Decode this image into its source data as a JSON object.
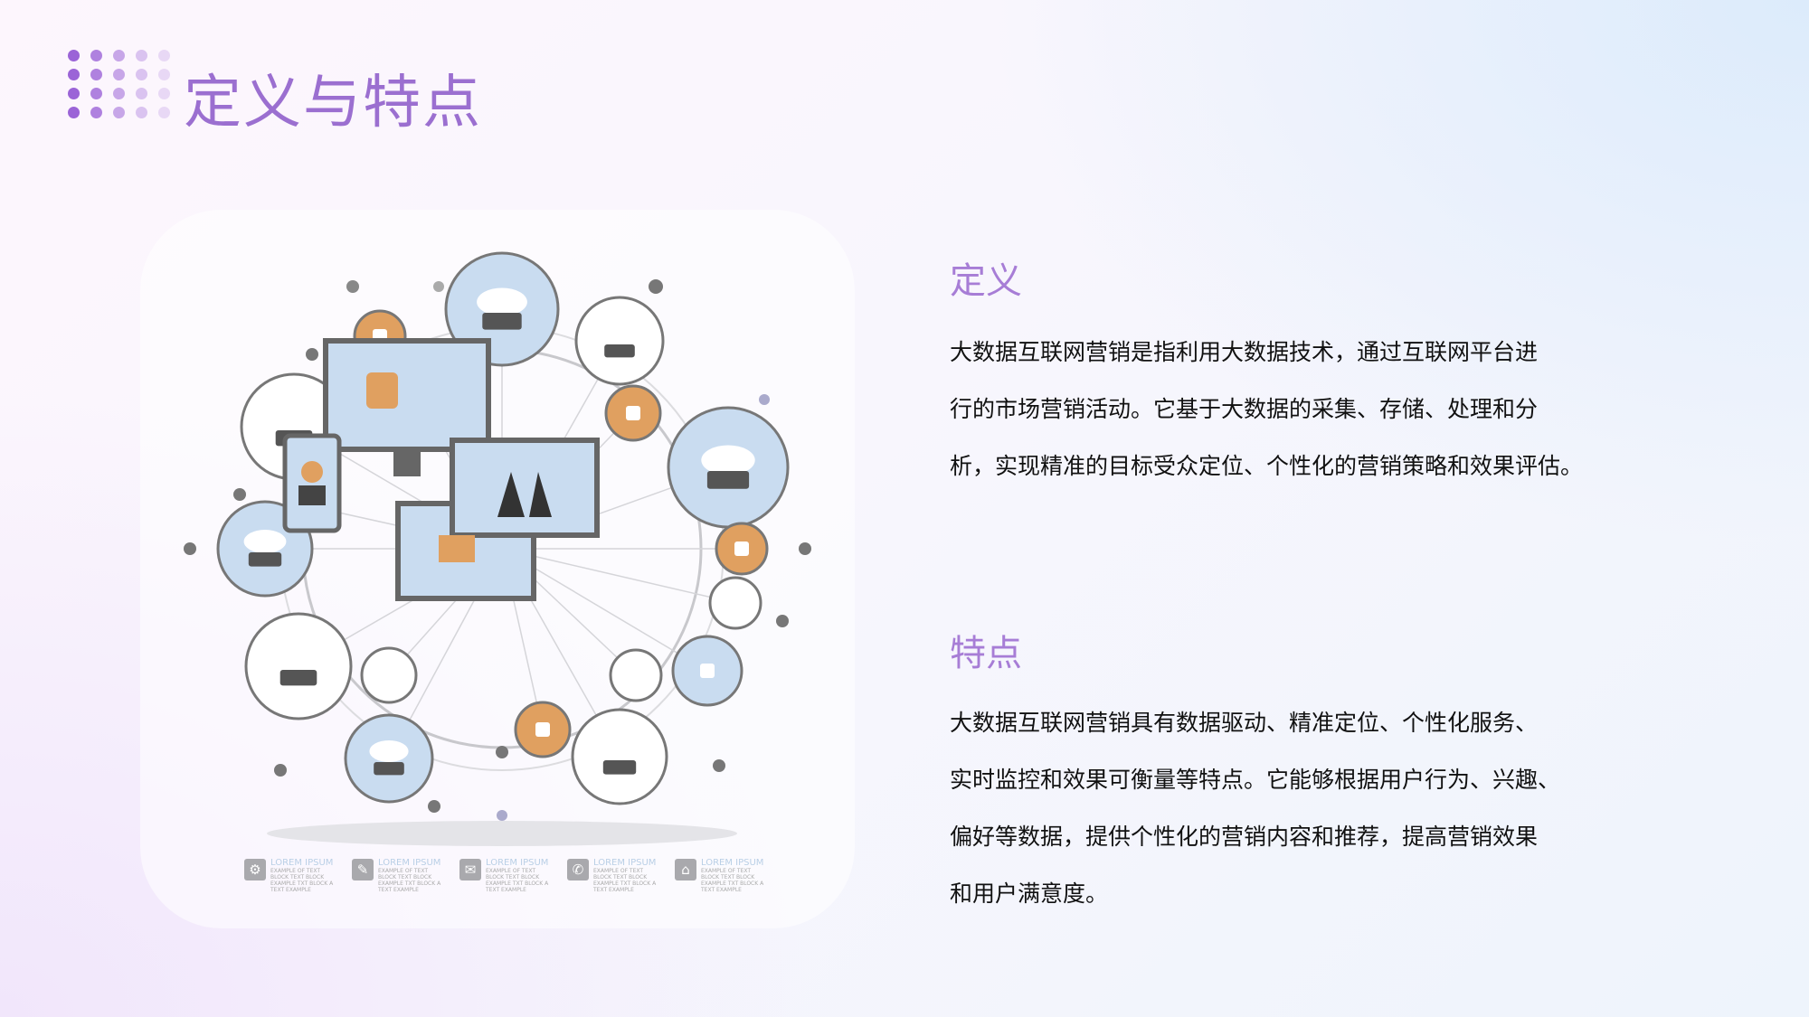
{
  "page": {
    "title": "定义与特点",
    "accent": "#9b6fd0"
  },
  "definition": {
    "heading": "定义",
    "lines": [
      "大数据互联网营销是指利用大数据技术，通过互联网平台进",
      "行的市场营销活动。它基于大数据的采集、存储、处理和分",
      "析，实现精准的目标受众定位、个性化的营销策略和效果评估。"
    ]
  },
  "features": {
    "heading": "特点",
    "lines": [
      "大数据互联网营销具有数据驱动、精准定位、个性化服务、",
      "实时监控和效果可衡量等特点。它能够根据用户行为、兴趣、",
      "偏好等数据，提供个性化的营销内容和推荐，提高营销效果",
      "和用户满意度。"
    ]
  },
  "illustration": {
    "legend": [
      {
        "icon": "gear-icon",
        "title": "LOREM IPSUM",
        "text": "EXAMPLE OF TEXT BLOCK TEXT BLOCK EXAMPLE TXT BLOCK A TEXT EXAMPLE"
      },
      {
        "icon": "note-icon",
        "title": "LOREM IPSUM",
        "text": "EXAMPLE OF TEXT BLOCK TEXT BLOCK EXAMPLE TXT BLOCK A TEXT EXAMPLE"
      },
      {
        "icon": "mail-icon",
        "title": "LOREM IPSUM",
        "text": "EXAMPLE OF TEXT BLOCK TEXT BLOCK EXAMPLE TXT BLOCK A TEXT EXAMPLE"
      },
      {
        "icon": "phone-icon",
        "title": "LOREM IPSUM",
        "text": "EXAMPLE OF TEXT BLOCK TEXT BLOCK EXAMPLE TXT BLOCK A TEXT EXAMPLE"
      },
      {
        "icon": "home-icon",
        "title": "LOREM IPSUM",
        "text": "EXAMPLE OF TEXT BLOCK TEXT BLOCK EXAMPLE TXT BLOCK A TEXT EXAMPLE"
      }
    ]
  }
}
